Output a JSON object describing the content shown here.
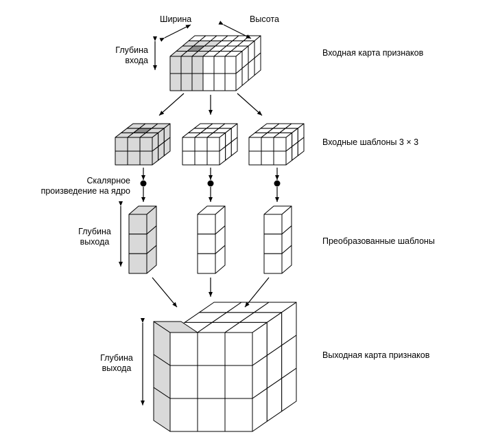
{
  "labels": {
    "width": "Ширина",
    "height": "Высота",
    "input_depth": [
      "Глубина",
      "входа"
    ],
    "scalar_product": [
      "Скалярное",
      "произведение на ядро"
    ],
    "output_depth_patch": [
      "Глубина",
      "выхода"
    ],
    "output_depth_map": [
      "Глубина",
      "выхода"
    ]
  },
  "captions": {
    "input_map": "Входная карта признаков",
    "input_patches": "Входные шаблоны 3 × 3",
    "transformed_patches": "Преобразованные шаблоны",
    "output_map": "Выходная карта признаков"
  },
  "colors": {
    "line": "#000000",
    "face": "#ffffff",
    "highlight": "#d9d9d9",
    "highlight_dark": "#8c8c8c"
  }
}
